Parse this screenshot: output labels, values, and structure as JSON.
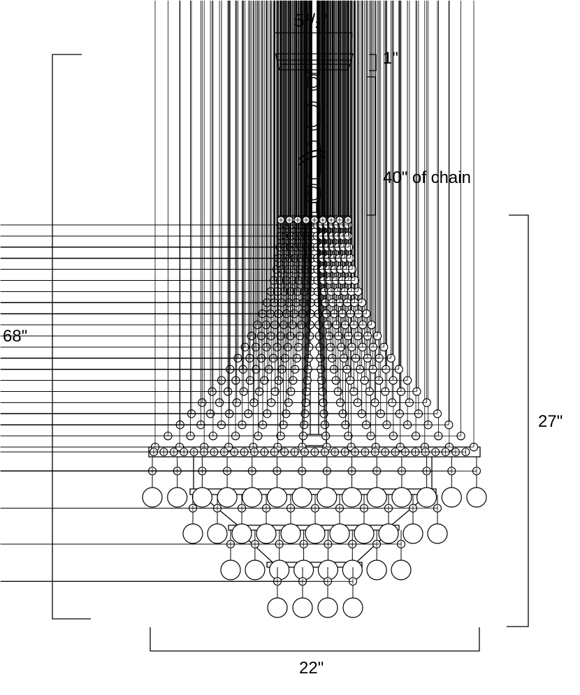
{
  "diagram": {
    "canopy_width": {
      "whole": "5",
      "num": "1",
      "den": "2",
      "unit": "\""
    },
    "canopy_height": "1\"",
    "chain_length": "40\" of chain",
    "overall_height": "68\"",
    "body_height": "27\"",
    "body_width": "22\""
  },
  "colors": {
    "line": "#000000",
    "background": "#ffffff",
    "crystal_fill": "#ffffff"
  }
}
